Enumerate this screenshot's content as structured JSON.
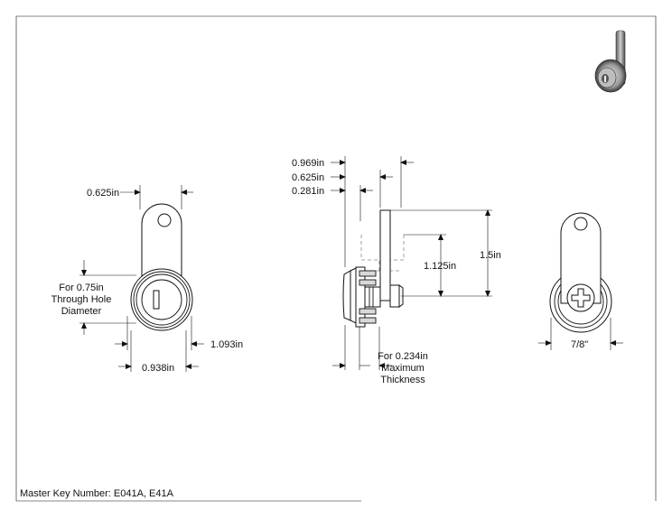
{
  "footer": {
    "master_key": "Master Key Number: E041A, E41A"
  },
  "front_view": {
    "width_top": "0.625in",
    "hole_note": [
      "For 0.75in",
      "Through Hole",
      "Diameter"
    ],
    "height": "1.093in",
    "width": "0.938in"
  },
  "side_view": {
    "dim_a": "0.969in",
    "dim_b": "0.625in",
    "dim_c": "0.281in",
    "height_short": "1.125in",
    "height_tall": "1.5in",
    "thickness_note": [
      "For 0.234in",
      "Maximum",
      "Thickness"
    ]
  },
  "back_view": {
    "width": "7/8\""
  }
}
